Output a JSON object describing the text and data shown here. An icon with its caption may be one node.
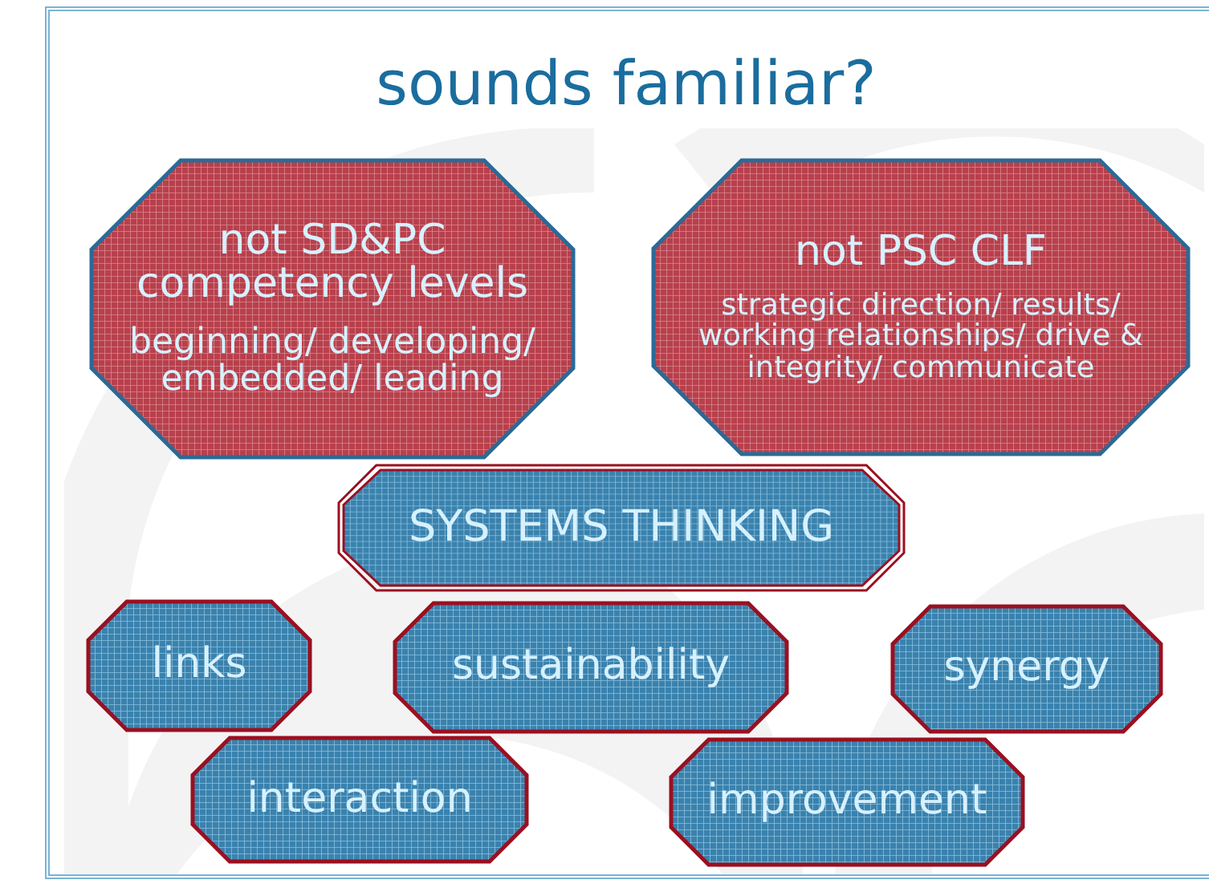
{
  "diagram": {
    "title": "sounds familiar?",
    "nodes": [
      {
        "text": [
          "not SD&PC competency levels",
          "beginning/ developing/ embedded/ leading"
        ]
      },
      {
        "text": [
          "not PSC CLF",
          "strategic direction/ results/ working relationships/ drive & integrity/  communicate"
        ]
      },
      {
        "text": [
          "SYSTEMS THINKING"
        ]
      },
      {
        "text": [
          "links"
        ]
      },
      {
        "text": [
          "sustainability"
        ]
      },
      {
        "text": [
          "synergy"
        ]
      },
      {
        "text": [
          "interaction"
        ]
      },
      {
        "text": [
          "improvement"
        ]
      }
    ]
  }
}
